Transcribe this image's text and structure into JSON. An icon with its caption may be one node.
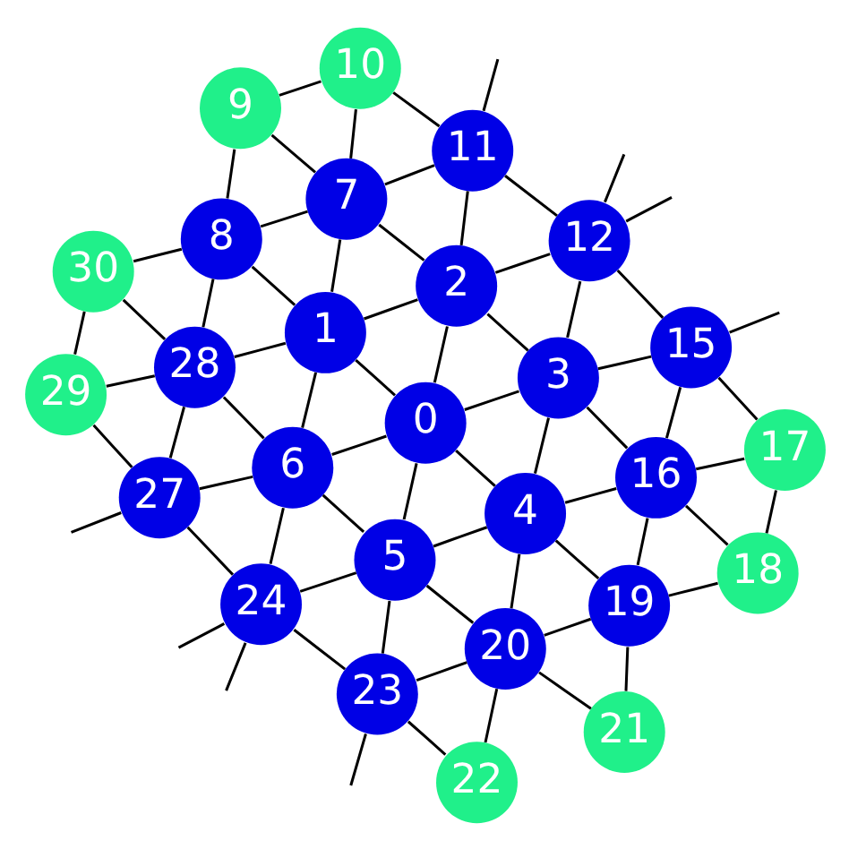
{
  "diagram": {
    "nodes": [
      {
        "text": [
          "0"
        ]
      },
      {
        "text": [
          "1"
        ]
      },
      {
        "text": [
          "2"
        ]
      },
      {
        "text": [
          "3"
        ]
      },
      {
        "text": [
          "4"
        ]
      },
      {
        "text": [
          "5"
        ]
      },
      {
        "text": [
          "6"
        ]
      },
      {
        "text": [
          "7"
        ]
      },
      {
        "text": [
          "8"
        ]
      },
      {
        "text": [
          "9"
        ]
      },
      {
        "text": [
          "10"
        ]
      },
      {
        "text": [
          "11"
        ]
      },
      {
        "text": [
          "12"
        ]
      },
      {
        "text": [
          "15"
        ]
      },
      {
        "text": [
          "16"
        ]
      },
      {
        "text": [
          "17"
        ]
      },
      {
        "text": [
          "18"
        ]
      },
      {
        "text": [
          "19"
        ]
      },
      {
        "text": [
          "20"
        ]
      },
      {
        "text": [
          "21"
        ]
      },
      {
        "text": [
          "22"
        ]
      },
      {
        "text": [
          "23"
        ]
      },
      {
        "text": [
          "24"
        ]
      },
      {
        "text": [
          "27"
        ]
      },
      {
        "text": [
          "28"
        ]
      },
      {
        "text": [
          "29"
        ]
      },
      {
        "text": [
          "30"
        ]
      }
    ],
    "edges": [
      {
        "from": 0,
        "to": 3,
        "arrow": "none"
      },
      {
        "from": 0,
        "to": 4,
        "arrow": "none"
      },
      {
        "from": 0,
        "to": 5,
        "arrow": "none"
      },
      {
        "from": 0,
        "to": 6,
        "arrow": "none"
      },
      {
        "from": 0,
        "to": 1,
        "arrow": "none"
      },
      {
        "from": 0,
        "to": 2,
        "arrow": "none"
      },
      {
        "from": 1,
        "to": 2,
        "arrow": "none"
      },
      {
        "from": 1,
        "to": 6,
        "arrow": "none"
      },
      {
        "from": 1,
        "to": 7,
        "arrow": "none"
      },
      {
        "from": 1,
        "to": 8,
        "arrow": "none"
      },
      {
        "from": 1,
        "to": 24,
        "arrow": "none"
      },
      {
        "from": 2,
        "to": 3,
        "arrow": "none"
      },
      {
        "from": 2,
        "to": 12,
        "arrow": "none"
      },
      {
        "from": 2,
        "to": 11,
        "arrow": "none"
      },
      {
        "from": 2,
        "to": 7,
        "arrow": "none"
      },
      {
        "from": 3,
        "to": 13,
        "arrow": "none"
      },
      {
        "from": 3,
        "to": 14,
        "arrow": "none"
      },
      {
        "from": 3,
        "to": 4,
        "arrow": "none"
      },
      {
        "from": 3,
        "to": 12,
        "arrow": "none"
      },
      {
        "from": 4,
        "to": 14,
        "arrow": "none"
      },
      {
        "from": 4,
        "to": 17,
        "arrow": "none"
      },
      {
        "from": 4,
        "to": 18,
        "arrow": "none"
      },
      {
        "from": 4,
        "to": 5,
        "arrow": "none"
      },
      {
        "from": 5,
        "to": 18,
        "arrow": "none"
      },
      {
        "from": 5,
        "to": 21,
        "arrow": "none"
      },
      {
        "from": 5,
        "to": 22,
        "arrow": "none"
      },
      {
        "from": 5,
        "to": 6,
        "arrow": "none"
      },
      {
        "from": 6,
        "to": 22,
        "arrow": "none"
      },
      {
        "from": 6,
        "to": 23,
        "arrow": "none"
      },
      {
        "from": 6,
        "to": 24,
        "arrow": "none"
      },
      {
        "from": 7,
        "to": 11,
        "arrow": "none"
      },
      {
        "from": 7,
        "to": 10,
        "arrow": "none"
      },
      {
        "from": 7,
        "to": 9,
        "arrow": "none"
      },
      {
        "from": 7,
        "to": 8,
        "arrow": "none"
      },
      {
        "from": 8,
        "to": 9,
        "arrow": "none"
      },
      {
        "from": 8,
        "to": 24,
        "arrow": "none"
      },
      {
        "from": 8,
        "to": 26,
        "arrow": "none"
      },
      {
        "from": 10,
        "to": 11,
        "arrow": "none"
      },
      {
        "from": 10,
        "to": 9,
        "arrow": "none"
      },
      {
        "from": 11,
        "to": 12,
        "arrow": "none"
      },
      {
        "from": 12,
        "to": 13,
        "arrow": "none"
      },
      {
        "from": 13,
        "to": 15,
        "arrow": "none"
      },
      {
        "from": 13,
        "to": 14,
        "arrow": "none"
      },
      {
        "from": 14,
        "to": 15,
        "arrow": "none"
      },
      {
        "from": 14,
        "to": 16,
        "arrow": "none"
      },
      {
        "from": 14,
        "to": 17,
        "arrow": "none"
      },
      {
        "from": 15,
        "to": 16,
        "arrow": "none"
      },
      {
        "from": 16,
        "to": 17,
        "arrow": "none"
      },
      {
        "from": 17,
        "to": 19,
        "arrow": "none"
      },
      {
        "from": 17,
        "to": 18,
        "arrow": "none"
      },
      {
        "from": 18,
        "to": 19,
        "arrow": "none"
      },
      {
        "from": 18,
        "to": 20,
        "arrow": "none"
      },
      {
        "from": 18,
        "to": 21,
        "arrow": "none"
      },
      {
        "from": 20,
        "to": 21,
        "arrow": "none"
      },
      {
        "from": 21,
        "to": 22,
        "arrow": "none"
      },
      {
        "from": 22,
        "to": 23,
        "arrow": "none"
      },
      {
        "from": 23,
        "to": 24,
        "arrow": "none"
      },
      {
        "from": 23,
        "to": 25,
        "arrow": "none"
      },
      {
        "from": 24,
        "to": 25,
        "arrow": "none"
      },
      {
        "from": 24,
        "to": 26,
        "arrow": "none"
      },
      {
        "from": 25,
        "to": 26,
        "arrow": "none"
      },
      {
        "from": 13,
        "to": null,
        "arrow": "none"
      },
      {
        "from": 12,
        "to": null,
        "arrow": "none"
      },
      {
        "from": 12,
        "to": null,
        "arrow": "none"
      },
      {
        "from": 11,
        "to": null,
        "arrow": "none"
      },
      {
        "from": 21,
        "to": null,
        "arrow": "none"
      },
      {
        "from": 22,
        "to": null,
        "arrow": "none"
      },
      {
        "from": 22,
        "to": null,
        "arrow": "none"
      },
      {
        "from": 23,
        "to": null,
        "arrow": "none"
      }
    ]
  }
}
